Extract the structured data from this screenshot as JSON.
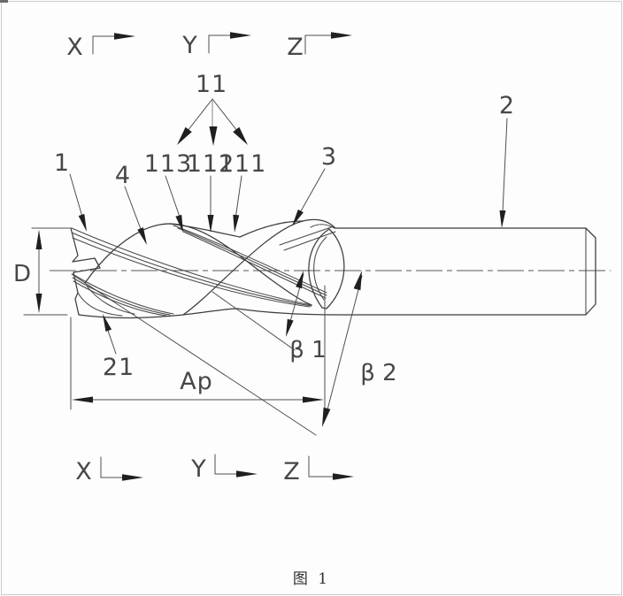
{
  "fig": {
    "caption": "图 1",
    "parts": {
      "p1": "1",
      "p4": "4",
      "p11": "11",
      "p113": "113",
      "p112": "112",
      "p111": "111",
      "p3": "3",
      "p2": "2",
      "p21": "21"
    },
    "dims": {
      "d": "D",
      "ap": "Ap",
      "b1": "β 1",
      "b2": "β 2"
    },
    "markers": {
      "top": [
        {
          "label": "X"
        },
        {
          "label": "Y"
        },
        {
          "label": "Z"
        }
      ],
      "bottom": [
        {
          "label": "X"
        },
        {
          "label": "Y"
        },
        {
          "label": "Z"
        }
      ]
    },
    "colors": {
      "ink": "#3d3d3d",
      "thin_line": "#4f4f4f",
      "centerline": "#555555",
      "frame": "#cccccc",
      "background": "#fdfdfd"
    }
  }
}
